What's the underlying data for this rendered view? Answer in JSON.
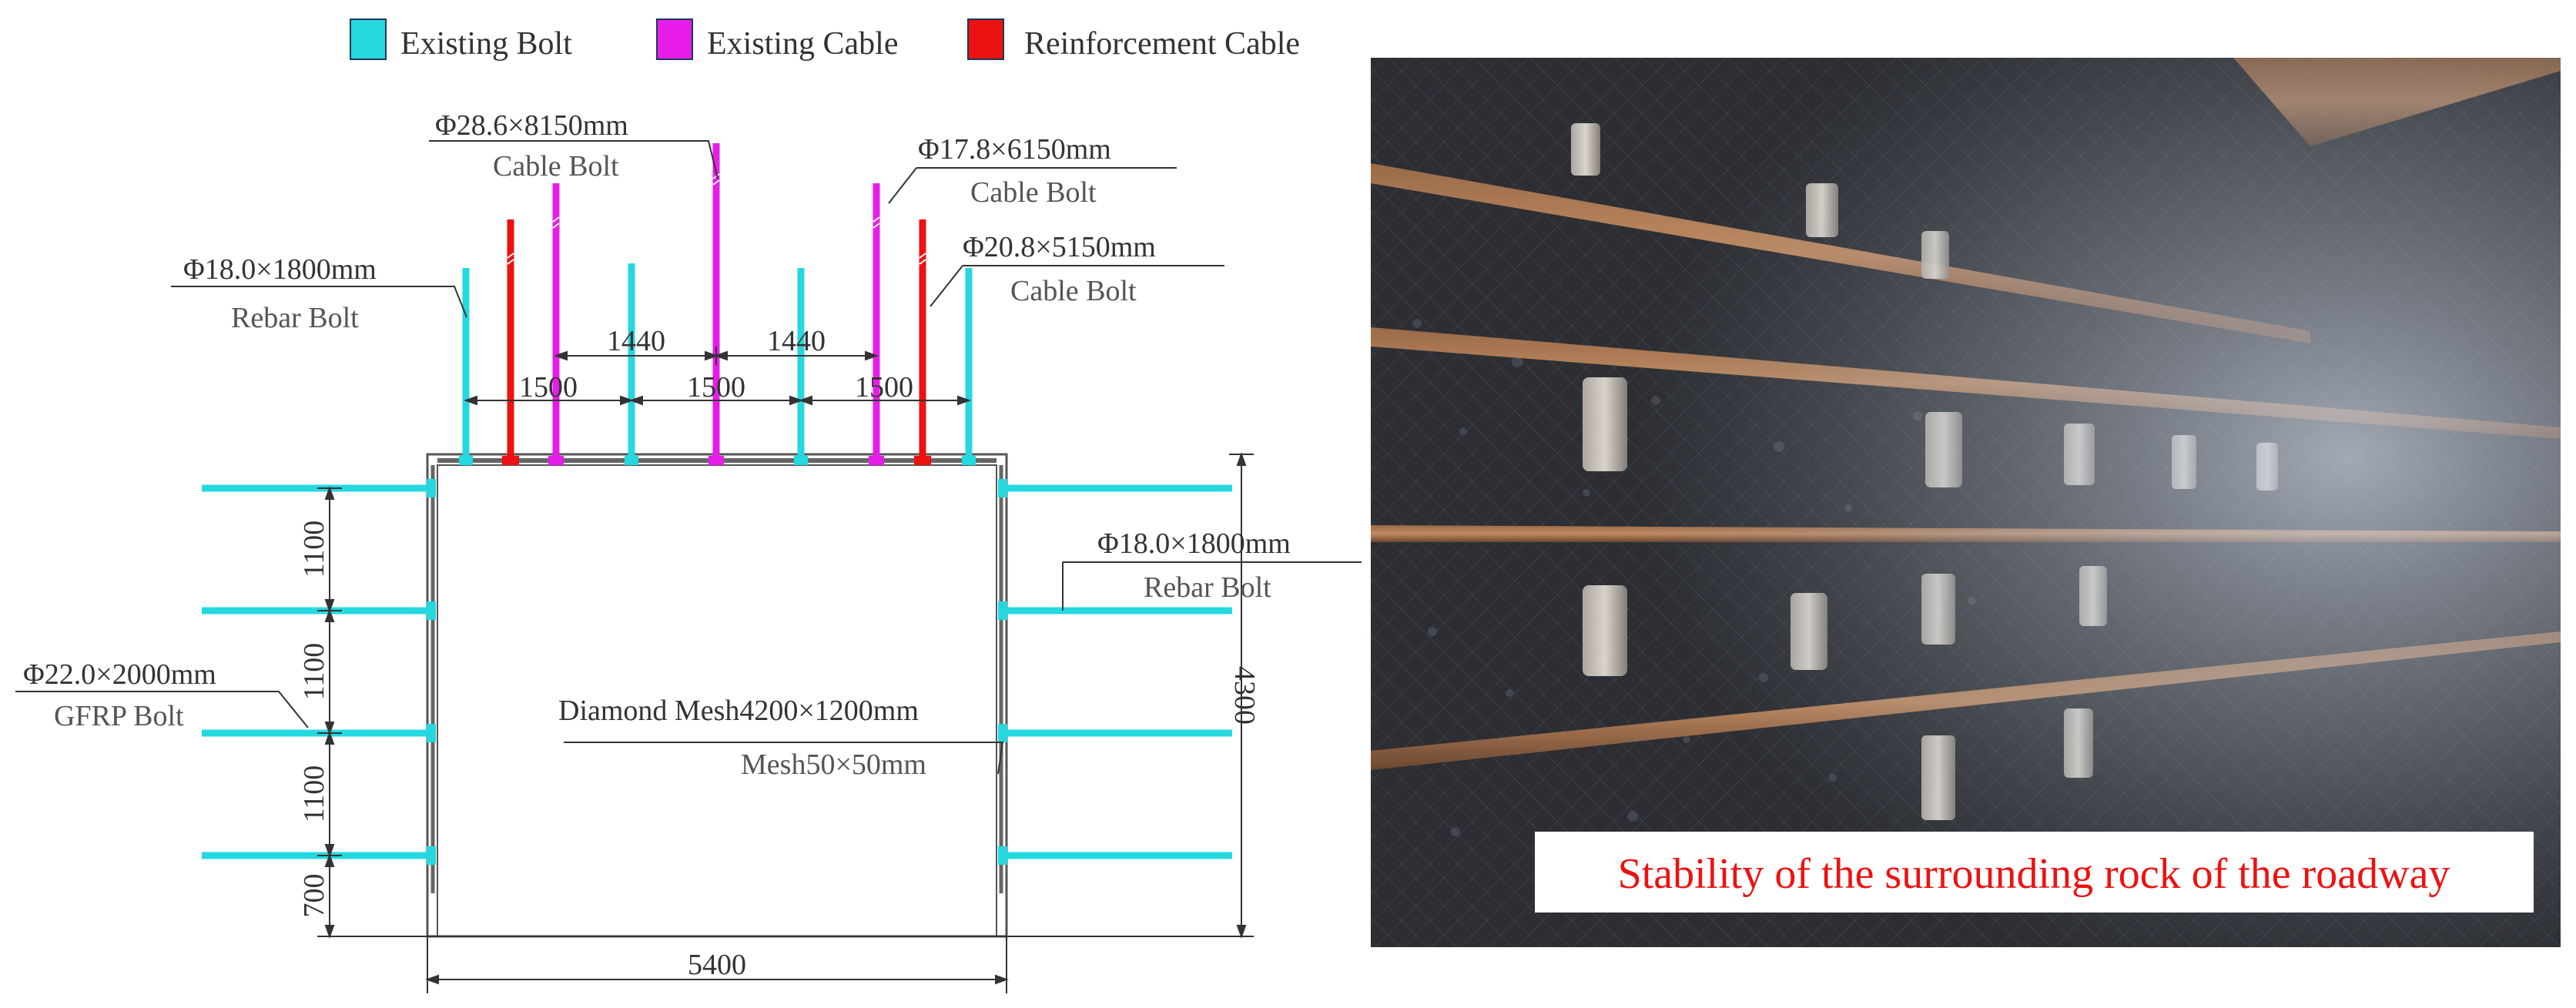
{
  "legend": {
    "items": [
      {
        "label": "Existing Bolt",
        "color": "#25d8e0"
      },
      {
        "label": "Existing Cable",
        "color": "#e81ce8"
      },
      {
        "label": "Reinforcement Cable",
        "color": "#ee1111"
      }
    ]
  },
  "roof": {
    "cable_mid_spec": "Φ28.6×8150mm",
    "cable_mid_type": "Cable Bolt",
    "cable_right_spec": "Φ17.8×6150mm",
    "cable_right_type": "Cable Bolt",
    "reinf_spec": "Φ20.8×5150mm",
    "reinf_type": "Cable Bolt",
    "rebar_spec": "Φ18.0×1800mm",
    "rebar_type": "Rebar Bolt",
    "spacing_cable_1": "1440",
    "spacing_cable_2": "1440",
    "spacing_bolt_1": "1500",
    "spacing_bolt_2": "1500",
    "spacing_bolt_3": "1500"
  },
  "left_wall": {
    "spec": "Φ22.0×2000mm",
    "type": "GFRP Bolt",
    "spacing_1": "1100",
    "spacing_2": "1100",
    "spacing_3": "1100",
    "bottom": "700"
  },
  "right_wall": {
    "spec": "Φ18.0×1800mm",
    "type": "Rebar Bolt",
    "height": "4300"
  },
  "mesh": {
    "spec": "Diamond Mesh4200×1200mm",
    "size": "Mesh50×50mm"
  },
  "width": "5400",
  "photo": {
    "caption": "Stability of the surrounding rock of the roadway",
    "caption_color": "#ee1111"
  }
}
